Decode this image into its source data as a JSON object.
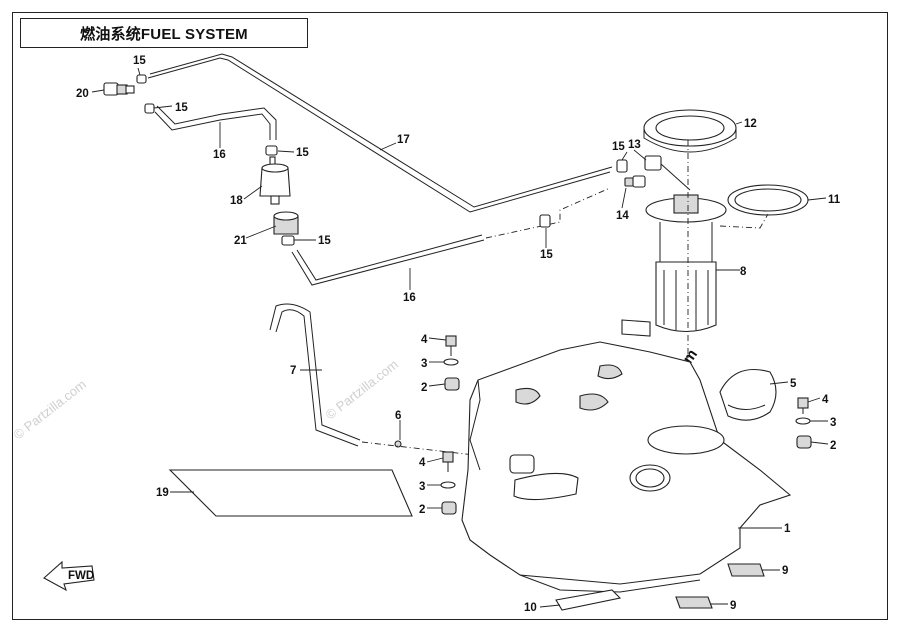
{
  "title": "燃油系统FUEL SYSTEM",
  "watermarks": [
    "© Partzilla.com",
    "© Partzilla.com",
    "© Partzilla.com"
  ],
  "fwd_label": "FWD",
  "callouts": {
    "c20": "20",
    "c15a": "15",
    "c15b": "15",
    "c16a": "16",
    "c15c": "15",
    "c18": "18",
    "c21": "21",
    "c15d": "15",
    "c17": "17",
    "c16b": "16",
    "c15e": "15",
    "c13": "13",
    "c14": "14",
    "c15f": "15",
    "c12": "12",
    "c11": "11",
    "c8": "8",
    "c7": "7",
    "c4a": "4",
    "c3a": "3",
    "c2a": "2",
    "c6": "6",
    "c4b": "4",
    "c3b": "3",
    "c2b": "2",
    "c19": "19",
    "c5": "5",
    "c4c": "4",
    "c3c": "3",
    "c2c": "2",
    "c1": "1",
    "c9a": "9",
    "c9b": "9",
    "c10": "10"
  },
  "colors": {
    "line": "#222222",
    "shade": "#d9d9d9",
    "watermark": "#cfcfcf"
  }
}
